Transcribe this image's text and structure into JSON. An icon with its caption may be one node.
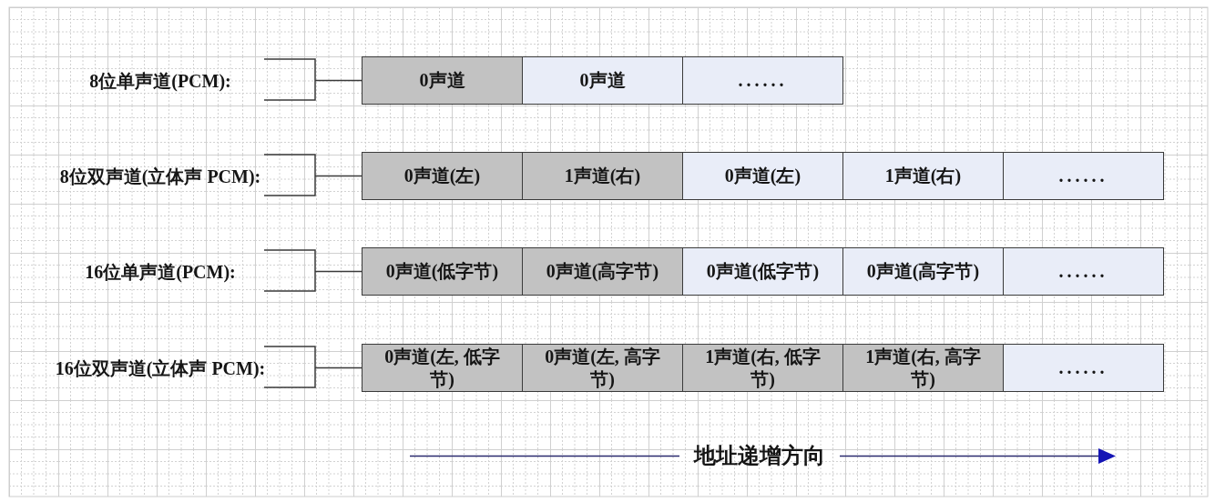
{
  "diagram": {
    "nodes": [
      {
        "text": [
          "8位单声道(PCM):"
        ]
      },
      {
        "text": [
          "0声道"
        ]
      },
      {
        "text": [
          "0声道"
        ]
      },
      {
        "text": [
          "......"
        ]
      },
      {
        "text": [
          "8位双声道(立体声 PCM):"
        ]
      },
      {
        "text": [
          "0声道(左)"
        ]
      },
      {
        "text": [
          "1声道(右)"
        ]
      },
      {
        "text": [
          "0声道(左)"
        ]
      },
      {
        "text": [
          "1声道(右)"
        ]
      },
      {
        "text": [
          "......"
        ]
      },
      {
        "text": [
          "16位单声道(PCM):"
        ]
      },
      {
        "text": [
          "0声道(低字节)"
        ]
      },
      {
        "text": [
          "0声道(高字节)"
        ]
      },
      {
        "text": [
          "0声道(低字节)"
        ]
      },
      {
        "text": [
          "0声道(高字节)"
        ]
      },
      {
        "text": [
          "......"
        ]
      },
      {
        "text": [
          "16位双声道(立体声 PCM):"
        ]
      },
      {
        "text": [
          "0声道(左, 低字节)"
        ]
      },
      {
        "text": [
          "0声道(左, 高字节)"
        ]
      },
      {
        "text": [
          "1声道(右, 低字节)"
        ]
      },
      {
        "text": [
          "1声道(右, 高字节)"
        ]
      },
      {
        "text": [
          "......"
        ]
      }
    ],
    "edges": [
      {
        "from": 0,
        "to": 1,
        "arrow": "none"
      },
      {
        "from": 4,
        "to": 5,
        "arrow": "none"
      },
      {
        "from": 10,
        "to": 11,
        "arrow": "none"
      },
      {
        "from": 16,
        "to": 17,
        "arrow": "none"
      }
    ],
    "labels": [
      "地址递增方向"
    ]
  }
}
